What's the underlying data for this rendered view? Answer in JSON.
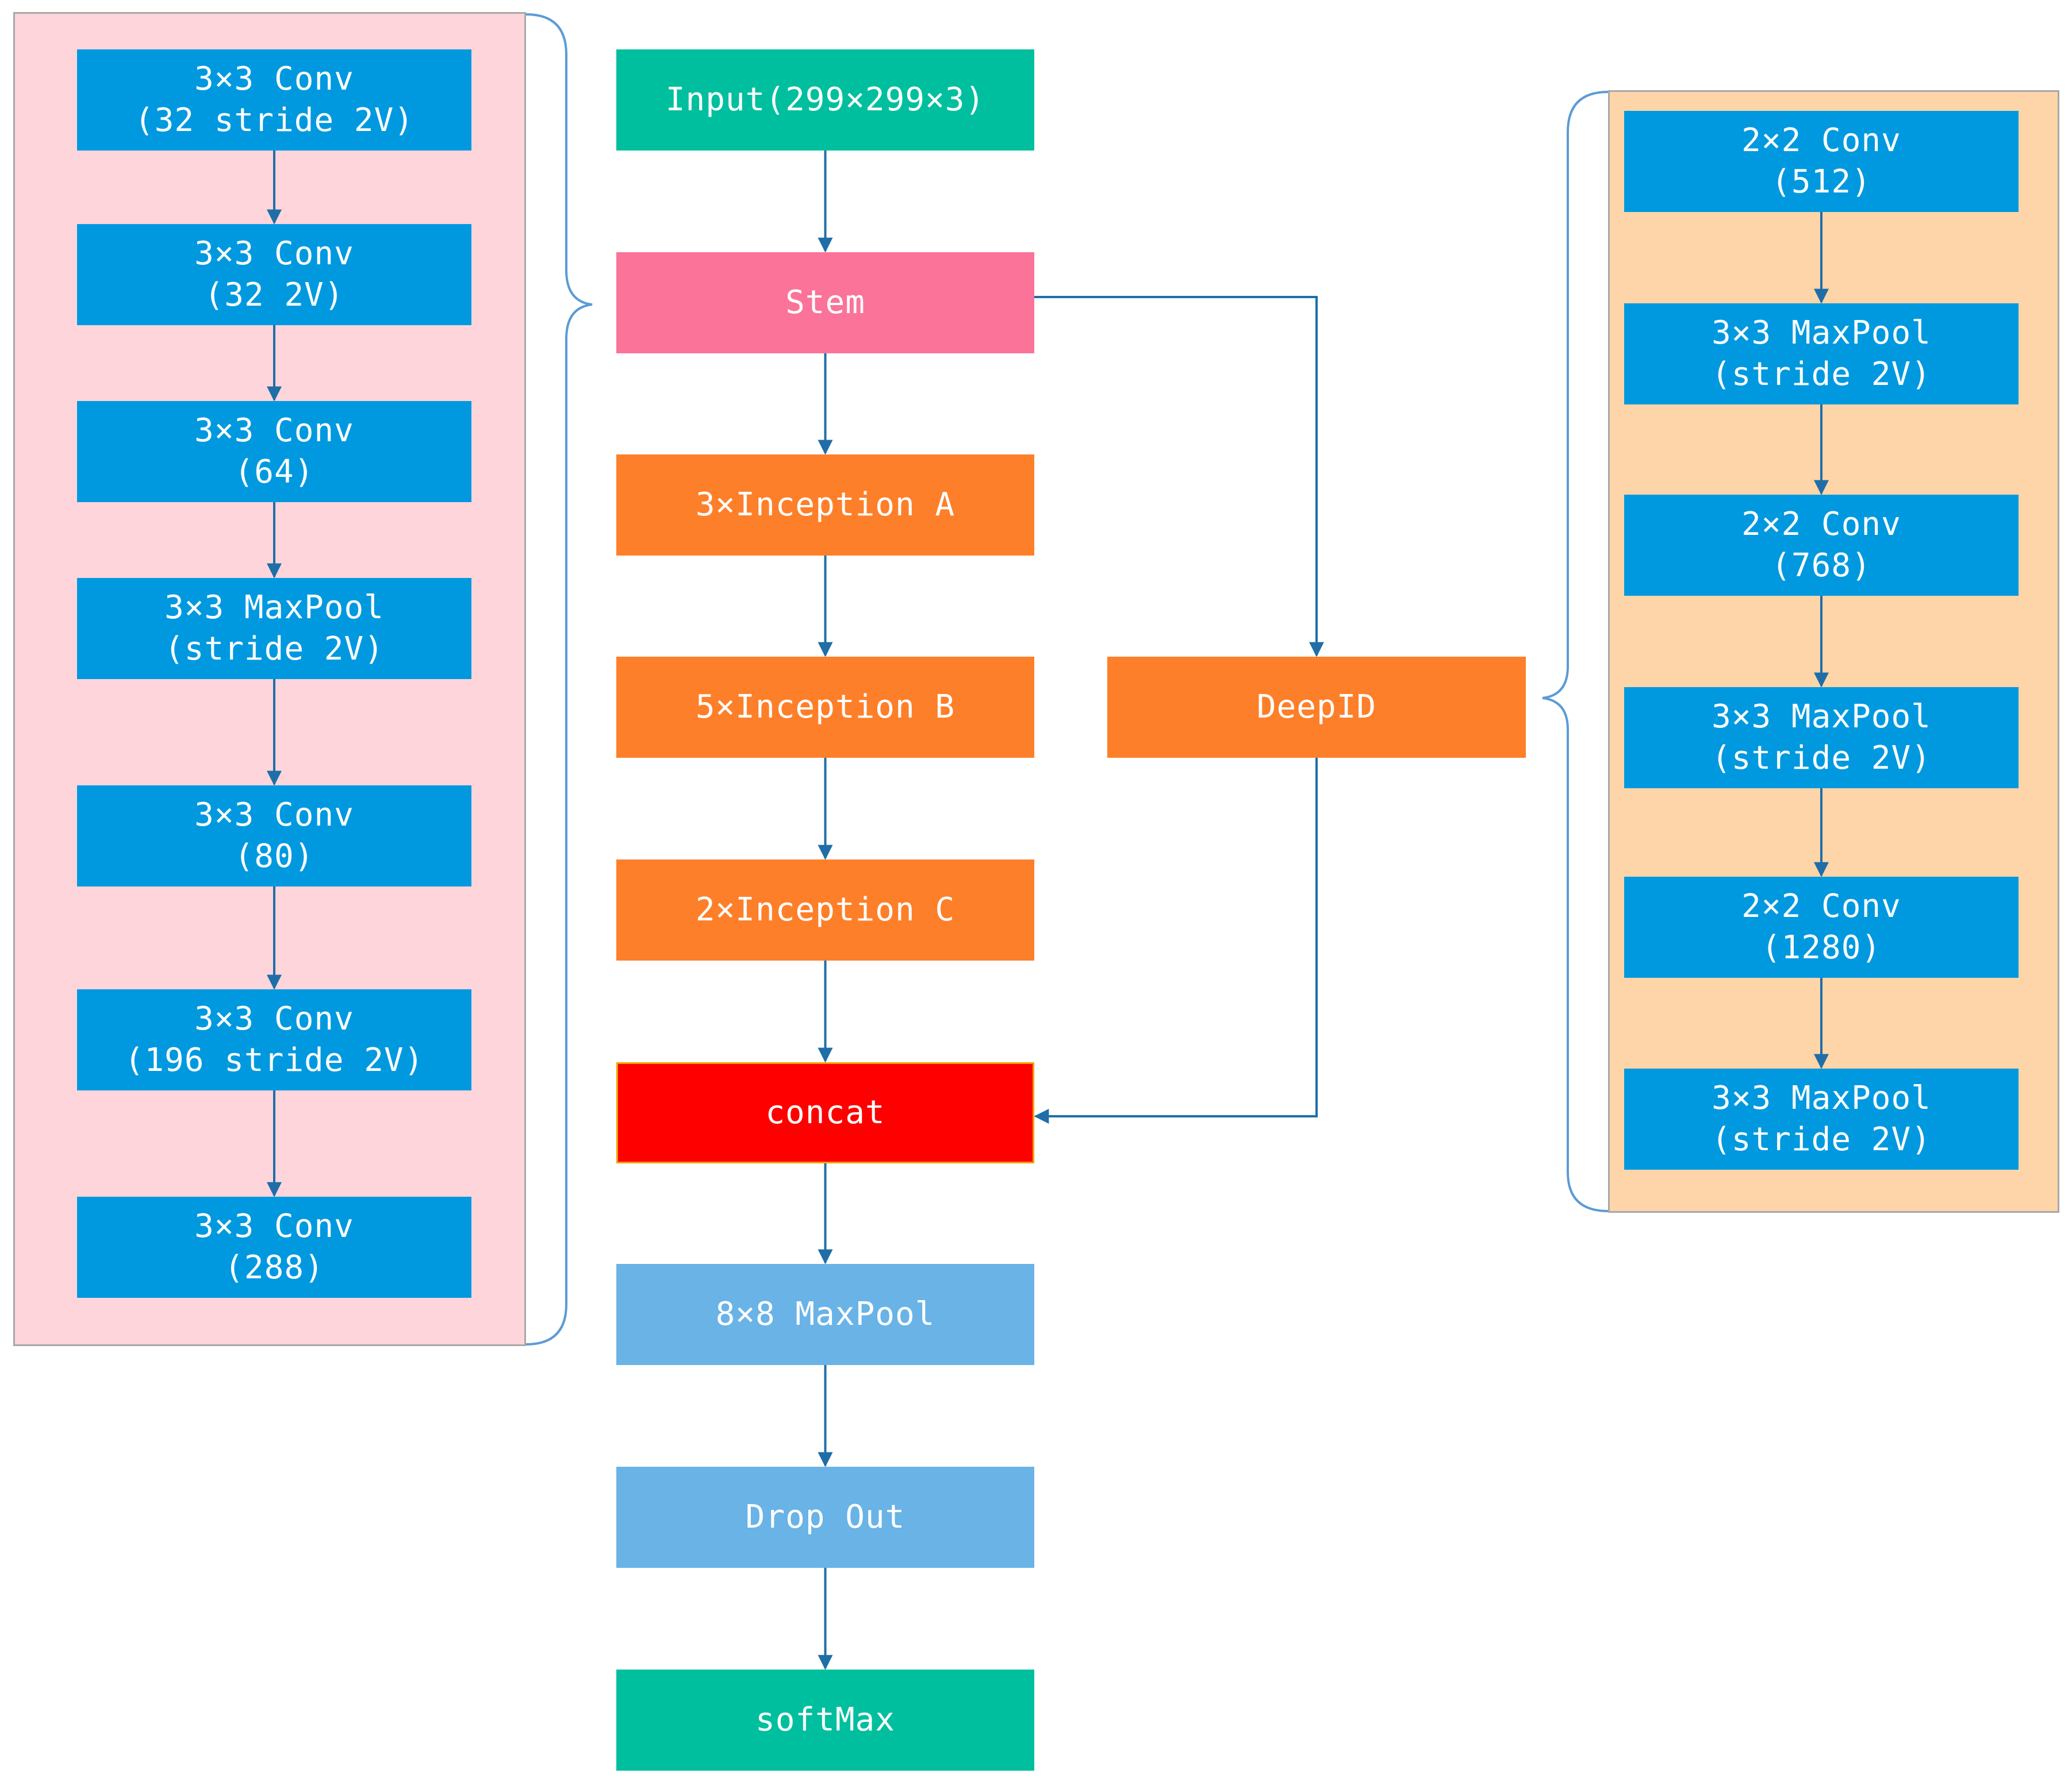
{
  "colors": {
    "conv_blue": "#0099e0",
    "input_green": "#00bf9e",
    "stem_pink": "#fb7398",
    "inception_orange": "#fe7f29",
    "concat_red": "#ff0000",
    "pool_lightblue": "#69b3e7",
    "edge": "#1f6ea8",
    "brace": "#5b9bd5",
    "stem_panel_bg": "#fdd5db",
    "deepid_panel_bg": "#fdd5a8"
  },
  "main_flow": [
    {
      "id": "input",
      "label": "Input(299×299×3)",
      "color": "input_green"
    },
    {
      "id": "stem",
      "label": "Stem",
      "color": "stem_pink"
    },
    {
      "id": "inception-a",
      "label": "3×Inception A",
      "color": "inception_orange"
    },
    {
      "id": "inception-b",
      "label": "5×Inception B",
      "color": "inception_orange"
    },
    {
      "id": "inception-c",
      "label": "2×Inception C",
      "color": "inception_orange"
    },
    {
      "id": "concat",
      "label": "concat",
      "color": "concat_red"
    },
    {
      "id": "maxpool-8x8",
      "label": "8×8 MaxPool",
      "color": "pool_lightblue"
    },
    {
      "id": "dropout",
      "label": "Drop Out",
      "color": "pool_lightblue"
    },
    {
      "id": "softmax",
      "label": "softMax",
      "color": "input_green"
    }
  ],
  "deepid": {
    "id": "deepid",
    "label": "DeepID",
    "color": "inception_orange"
  },
  "stem_detail": [
    {
      "id": "stem-conv-1",
      "label": "3×3 Conv\n(32 stride 2V)"
    },
    {
      "id": "stem-conv-2",
      "label": "3×3 Conv\n(32 2V)"
    },
    {
      "id": "stem-conv-3",
      "label": "3×3 Conv\n(64)"
    },
    {
      "id": "stem-maxpool",
      "label": "3×3 MaxPool\n(stride 2V)"
    },
    {
      "id": "stem-conv-4",
      "label": "3×3 Conv\n(80)"
    },
    {
      "id": "stem-conv-5",
      "label": "3×3 Conv\n(196 stride 2V)"
    },
    {
      "id": "stem-conv-6",
      "label": "3×3 Conv\n(288)"
    }
  ],
  "deepid_detail": [
    {
      "id": "deepid-conv-1",
      "label": "2×2 Conv\n(512)"
    },
    {
      "id": "deepid-maxpool-1",
      "label": "3×3 MaxPool\n(stride 2V)"
    },
    {
      "id": "deepid-conv-2",
      "label": "2×2 Conv\n(768)"
    },
    {
      "id": "deepid-maxpool-2",
      "label": "3×3 MaxPool\n(stride 2V)"
    },
    {
      "id": "deepid-conv-3",
      "label": "2×2 Conv\n(1280)"
    },
    {
      "id": "deepid-maxpool-3",
      "label": "3×3 MaxPool\n(stride 2V)"
    }
  ]
}
